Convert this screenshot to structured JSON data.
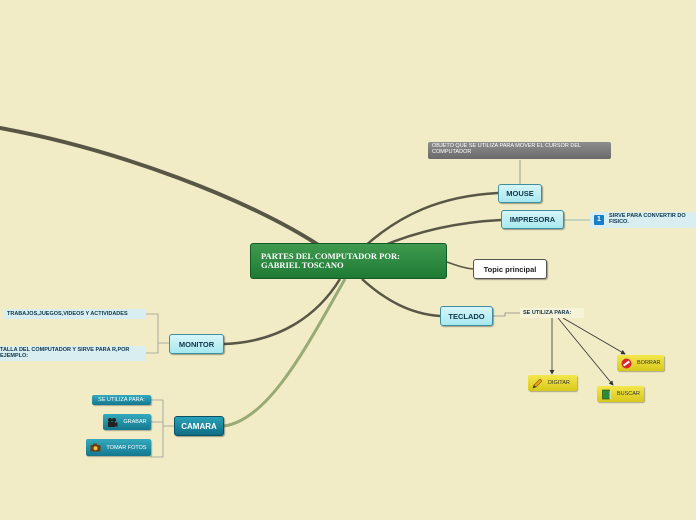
{
  "main_topic": "PARTES DEL COMPUTADOR POR: GABRIEL TOSCANO",
  "floating_topic": "Topic principal",
  "mouse": {
    "label": "MOUSE",
    "note": "OBJETO QUE SE UTILIZA PARA MOVER EL CURSOR DEL COMPUTADOR"
  },
  "impresora": {
    "label": "IMPRESORA",
    "note": "SIRVE PARA CONVERTIR DO FISICO.",
    "badge": "1"
  },
  "teclado": {
    "label": "TECLADO",
    "subtitle": "SE UTILIZA PARA:",
    "items": [
      "BORRAR",
      "DIGITAR",
      "BUSCAR"
    ]
  },
  "monitor": {
    "label": "MONITOR",
    "notes": [
      "TRABAJOS,JUEGOS,VIDEOS Y ACTIVIDADES",
      "TALLA DEL COMPUTADOR Y SIRVE PARA R,POR EJEMPLO:"
    ]
  },
  "camara": {
    "label": "CAMARA",
    "items": [
      "SE UTILIZA PARA:",
      "GRABAR",
      "TOMAR FOTOS"
    ]
  },
  "icons": {
    "impresora_note": "number-one-badge-icon",
    "borrar": "no-entry-icon",
    "digitar": "pencil-icon",
    "buscar": "book-icon",
    "grabar": "video-camera-icon",
    "tomar_fotos": "film-camera-icon"
  },
  "colors": {
    "background": "#f1ecc6",
    "main": "#2a8a42",
    "branch_dark": "#5a5646",
    "branch_green": "#98aa75"
  }
}
